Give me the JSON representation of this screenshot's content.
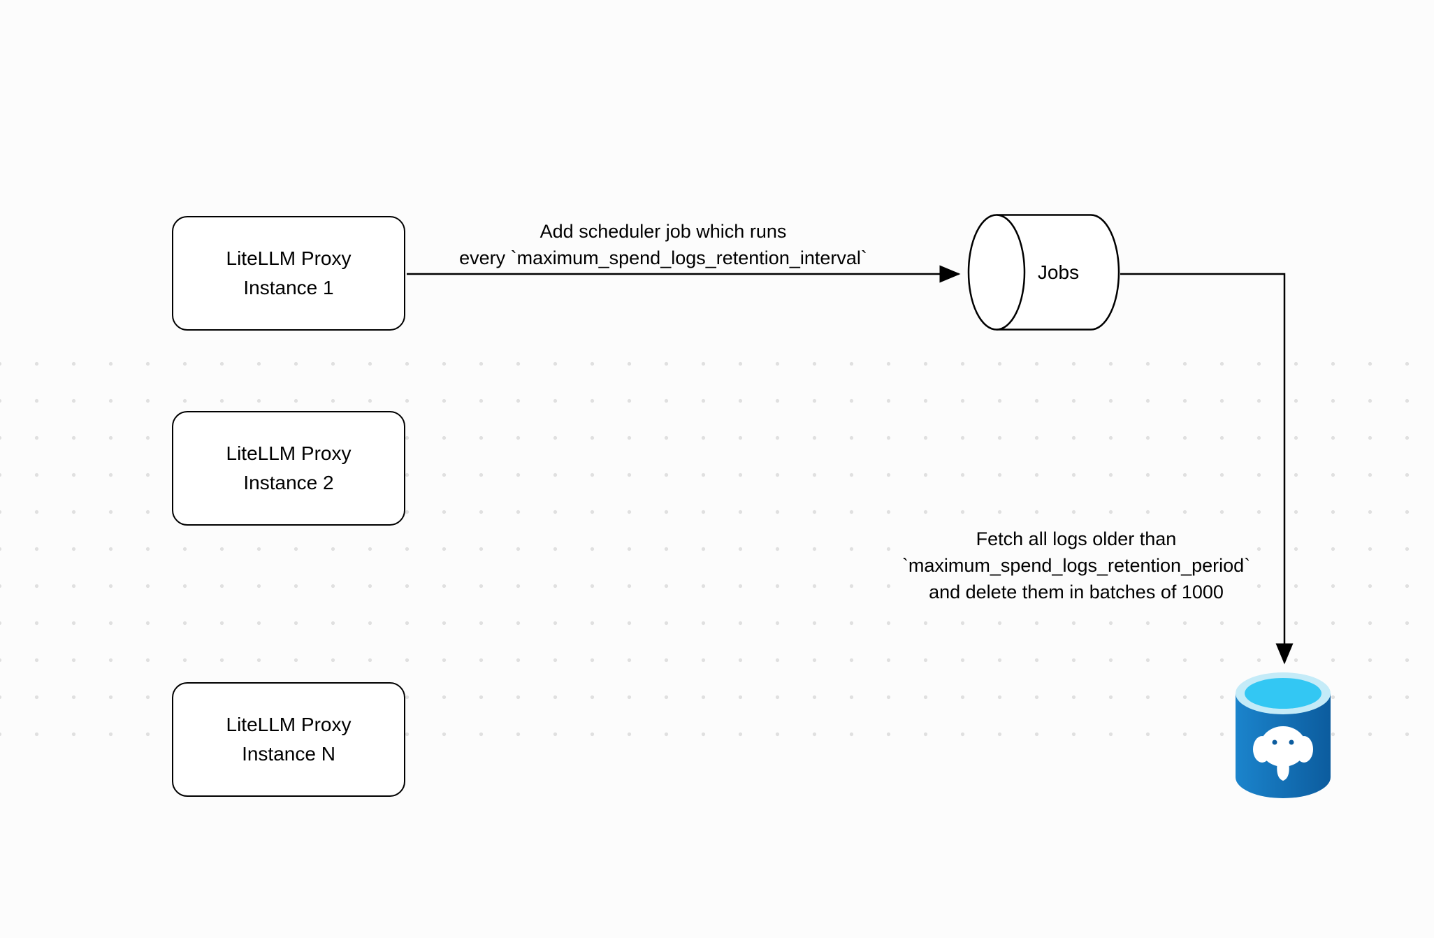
{
  "diagram": {
    "nodes": {
      "instance1": {
        "label": "LiteLLM Proxy\nInstance 1"
      },
      "instance2": {
        "label": "LiteLLM Proxy\nInstance 2"
      },
      "instanceN": {
        "label": "LiteLLM Proxy\nInstance N"
      },
      "jobs": {
        "label": "Jobs"
      },
      "database": {
        "icon": "postgresql-icon"
      }
    },
    "edges": {
      "scheduler": {
        "label": "Add scheduler job which runs\nevery `maximum_spend_logs_retention_interval`"
      },
      "cleanup": {
        "label": "Fetch all logs older than\n`maximum_spend_logs_retention_period`\nand delete them in batches of 1000"
      }
    },
    "colors": {
      "background": "#FCFCFC",
      "node_fill": "#FFFFFF",
      "node_border": "#000000",
      "arrow": "#000000",
      "postgres_blue_light": "#1B84CC",
      "postgres_blue_dark": "#0C5C9E",
      "postgres_cyan": "#33C7F3",
      "postgres_rim": "#C4EBF8"
    }
  }
}
